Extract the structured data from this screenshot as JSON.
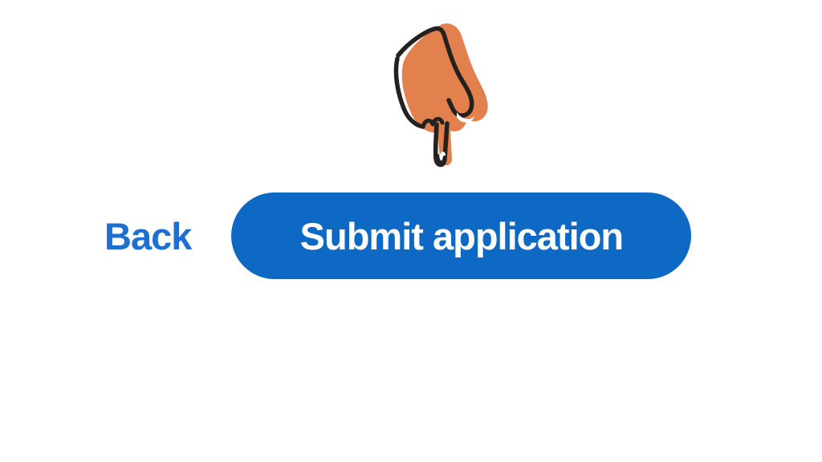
{
  "page": {
    "background_color": "#ffffff"
  },
  "illustration": {
    "icon": "hand-pointing-down-icon",
    "description": "hand-drawn orange hand pointing down at submit button",
    "fill_color": "#e2804e",
    "outline_color": "#24211f",
    "accent_color": "#ffffff"
  },
  "actions": {
    "back_label": "Back",
    "back_color": "#1d70d1",
    "submit_label": "Submit application",
    "submit_background": "#0d69c3",
    "submit_text_color": "#ffffff"
  }
}
